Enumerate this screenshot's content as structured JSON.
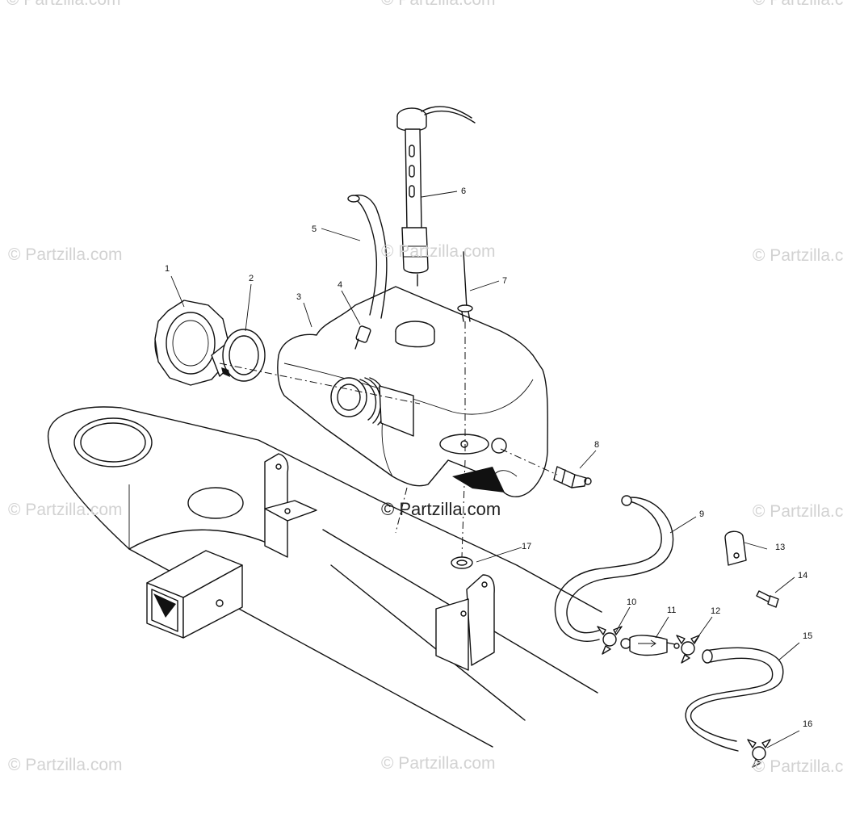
{
  "watermarks": {
    "text": "© Partzilla.com",
    "center": "© Partzilla.com"
  },
  "callouts": [
    "1",
    "2",
    "3",
    "4",
    "5",
    "6",
    "7",
    "8",
    "9",
    "10",
    "11",
    "12",
    "13",
    "14",
    "15",
    "16",
    "17"
  ]
}
